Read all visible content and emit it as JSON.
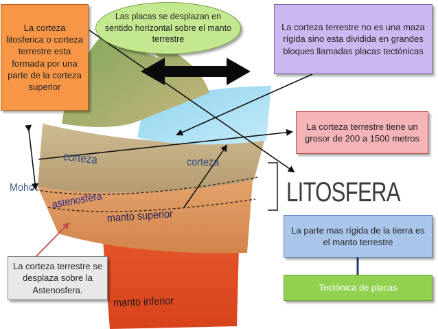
{
  "boxes": {
    "litosferica": "La corteza litosferica o corteza terrestre esta formada por una parte de la corteza superior",
    "placas_horizontal": "Las placas  se desplazan en sentido  horizontal sobre el manto terrestre",
    "maza_rigida": "La corteza terrestre no es una maza rígida sino esta dividida en grandes bloques llamadas placas tectónicas",
    "grosor": "La corteza terrestre  tiene un grosor de 200 a 1500 metros",
    "manto_rigida": "La parte mas rígida de la tierra es el manto terrestre",
    "tectonica": "Tectónica de placas",
    "astenosfera": "La corteza terrestre se desplaza sobre la Astenosfera."
  },
  "labels": {
    "litosfera": "LITOSFERA",
    "moho": "Moho",
    "corteza_left": "corteza",
    "corteza_right": "corteza",
    "astenosfera": "astenosfera",
    "manto_superior": "manto superior",
    "manto_inferior": "manto inferior"
  },
  "colors": {
    "orange_box": "#f79646",
    "green_ellipse": "#c4e88f",
    "purple_box": "#ccb8f0",
    "pink_box": "#f4b4b8",
    "blue_box": "#a9c5ea",
    "green_box": "#92d050",
    "gray_box": "#e8e8e8"
  }
}
